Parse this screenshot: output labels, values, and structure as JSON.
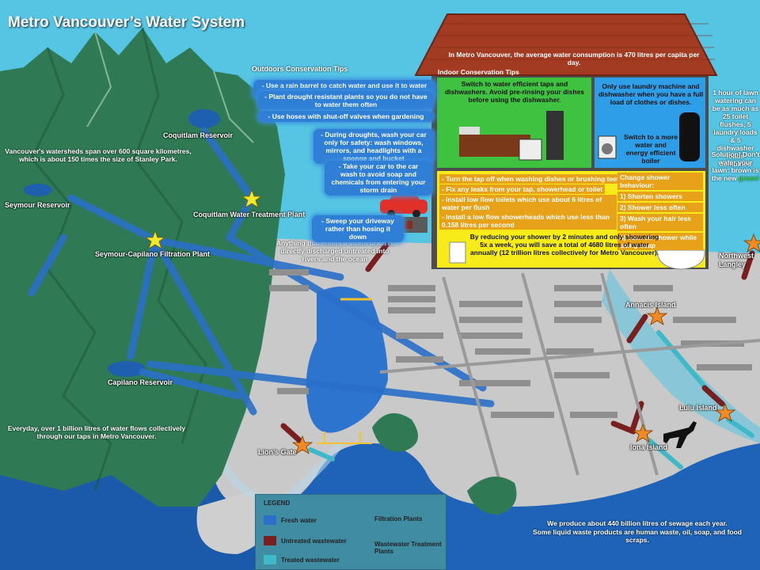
{
  "title": "Metro Vancouver’s Water System",
  "locations": {
    "coquitlam_reservoir": "Coquitlam Reservoir",
    "seymour_reservoir": "Seymour Reservoir",
    "capilano_reservoir": "Capilano Reservoir",
    "coquitlam_plant": "Coquitlam Water Treatment Plant",
    "seymour_capilano_plant": "Seymour-Capilano Filtration Plant",
    "lions_gate": "Lion’s Gate",
    "annacis_island": "Annacis Island",
    "lulu_island": "Lulu Island",
    "iona_island": "Iona Island",
    "northwest_langley": "Northwest Langley"
  },
  "facts": {
    "watersheds": "Vancouver's watersheds span over 600 square kilometres, which is about 150 times the size of Stanley Park.",
    "daily_flow": "Everyday, over 1 billion litres of water flows collectively through our taps in Metro Vancouver.",
    "storm_drain": "Anything that enters a storm drain is directly discharged untreated into rivers and the ocean",
    "sewage_1": "We produce about 440 billion litres of sewage each year.",
    "sewage_2": "Some liquid waste products are human waste, oil, soap, and food scraps."
  },
  "outdoor": {
    "heading": "Outdoors Conservation Tips",
    "tips": [
      "- Use a rain barrel to catch water and use it to water plants",
      "- Plant drought resistant plants so you do not have to water them often",
      "- Use hoses with shut-off valves when gardening",
      "- During droughts, wash your car only for safety: wash windows, mirrors, and headlights with a sponge and bucket",
      "- Take your car to the car wash to avoid soap and chemicals from entering your storm drain",
      "- Sweep your driveway rather than hosing it down"
    ]
  },
  "house": {
    "roof_text": "In Metro Vancouver, the average water consumption is 470 litres per capita per day.",
    "indoor_heading": "Indoor Conservation Tips",
    "kitchen_tip": "Switch to water efficient taps and dishwashers. Avoid pre-rinsing your dishes before using the dishwasher.",
    "laundry_tip": "Only use laundry machine and dishwasher when you have a full load of clothes or dishes.",
    "boiler_tip": "Switch to a more water and energy efficient boiler",
    "bath_tips": [
      "- Turn the tap off when washing dishes or brushing teeth",
      "- Fix any leaks from your tap, showerhead or toilet",
      "- Install low flow toilets which use about 6 litres of water per flush",
      "- Install a low flow showerheads which use less than 0.158 litres per second"
    ],
    "shower_heading": "Change shower behaviour:",
    "shower_list": [
      "1) Shorten showers",
      "2) Shower less often",
      "3) Wash your hair less often",
      "4) Turn off shower while using soap"
    ],
    "shower_savings": "By reducing your shower by 2 minutes and only showering 5x a week, you will save a total of 4680 litres of water annually (12 trillion litres collectively for Metro Vancouver)."
  },
  "lawn": {
    "fact": "1 hour of lawn watering can be as much as 25 toilet flushes, 5 laundry loads & 5 dishwasher loads combined",
    "solution_a": "Solution! Don't water your lawn: brown is",
    "solution_b": "the new ",
    "solution_green": "green!"
  },
  "legend": {
    "title": "LEGEND",
    "fresh": "Fresh water",
    "untreated": "Untreated wastewater",
    "treated": "Treated wastewater",
    "filtration": "Filtration Plants",
    "wastewater": "Wastewater Treatment Plants"
  },
  "colors": {
    "fresh": "#2a6fc9",
    "untreated": "#7a1f1f",
    "treated": "#3fb8c8",
    "star_filtration": "#f5e82a",
    "star_wastewater": "#f08a24",
    "kitchen": "#3fc23f",
    "laundry": "#2f9ee8",
    "bathroom": "#f7ec1a",
    "roof": "#a33a22"
  }
}
